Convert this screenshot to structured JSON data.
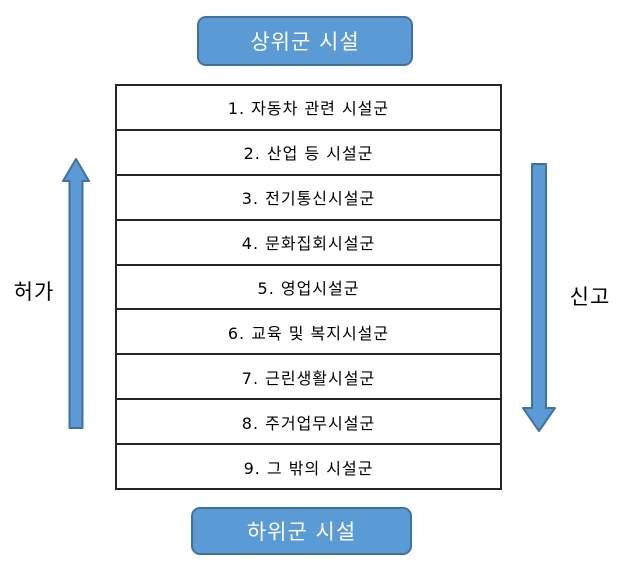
{
  "diagram": {
    "title_top_box": "상위군 시설",
    "title_bottom_box": "하위군 시설",
    "left_arrow": {
      "label": "허가",
      "direction": "up"
    },
    "right_arrow": {
      "label": "신고",
      "direction": "down"
    },
    "facility_table": {
      "rows": [
        "1. 자동차 관련 시설군",
        "2. 산업 등 시설군",
        "3. 전기통신시설군",
        "4. 문화집회시설군",
        "5. 영업시설군",
        "6. 교육 및 복지시설군",
        "7. 근린생활시설군",
        "8. 주거업무시설군",
        "9. 그 밖의 시설군"
      ]
    },
    "colors": {
      "box_fill": "#5b9bd5",
      "box_border": "#41719c",
      "arrow_fill": "#5b9bd5",
      "arrow_border": "#41719c",
      "table_border": "#262626",
      "text": "#000000",
      "box_text": "#ffffff",
      "background": "#ffffff"
    }
  }
}
